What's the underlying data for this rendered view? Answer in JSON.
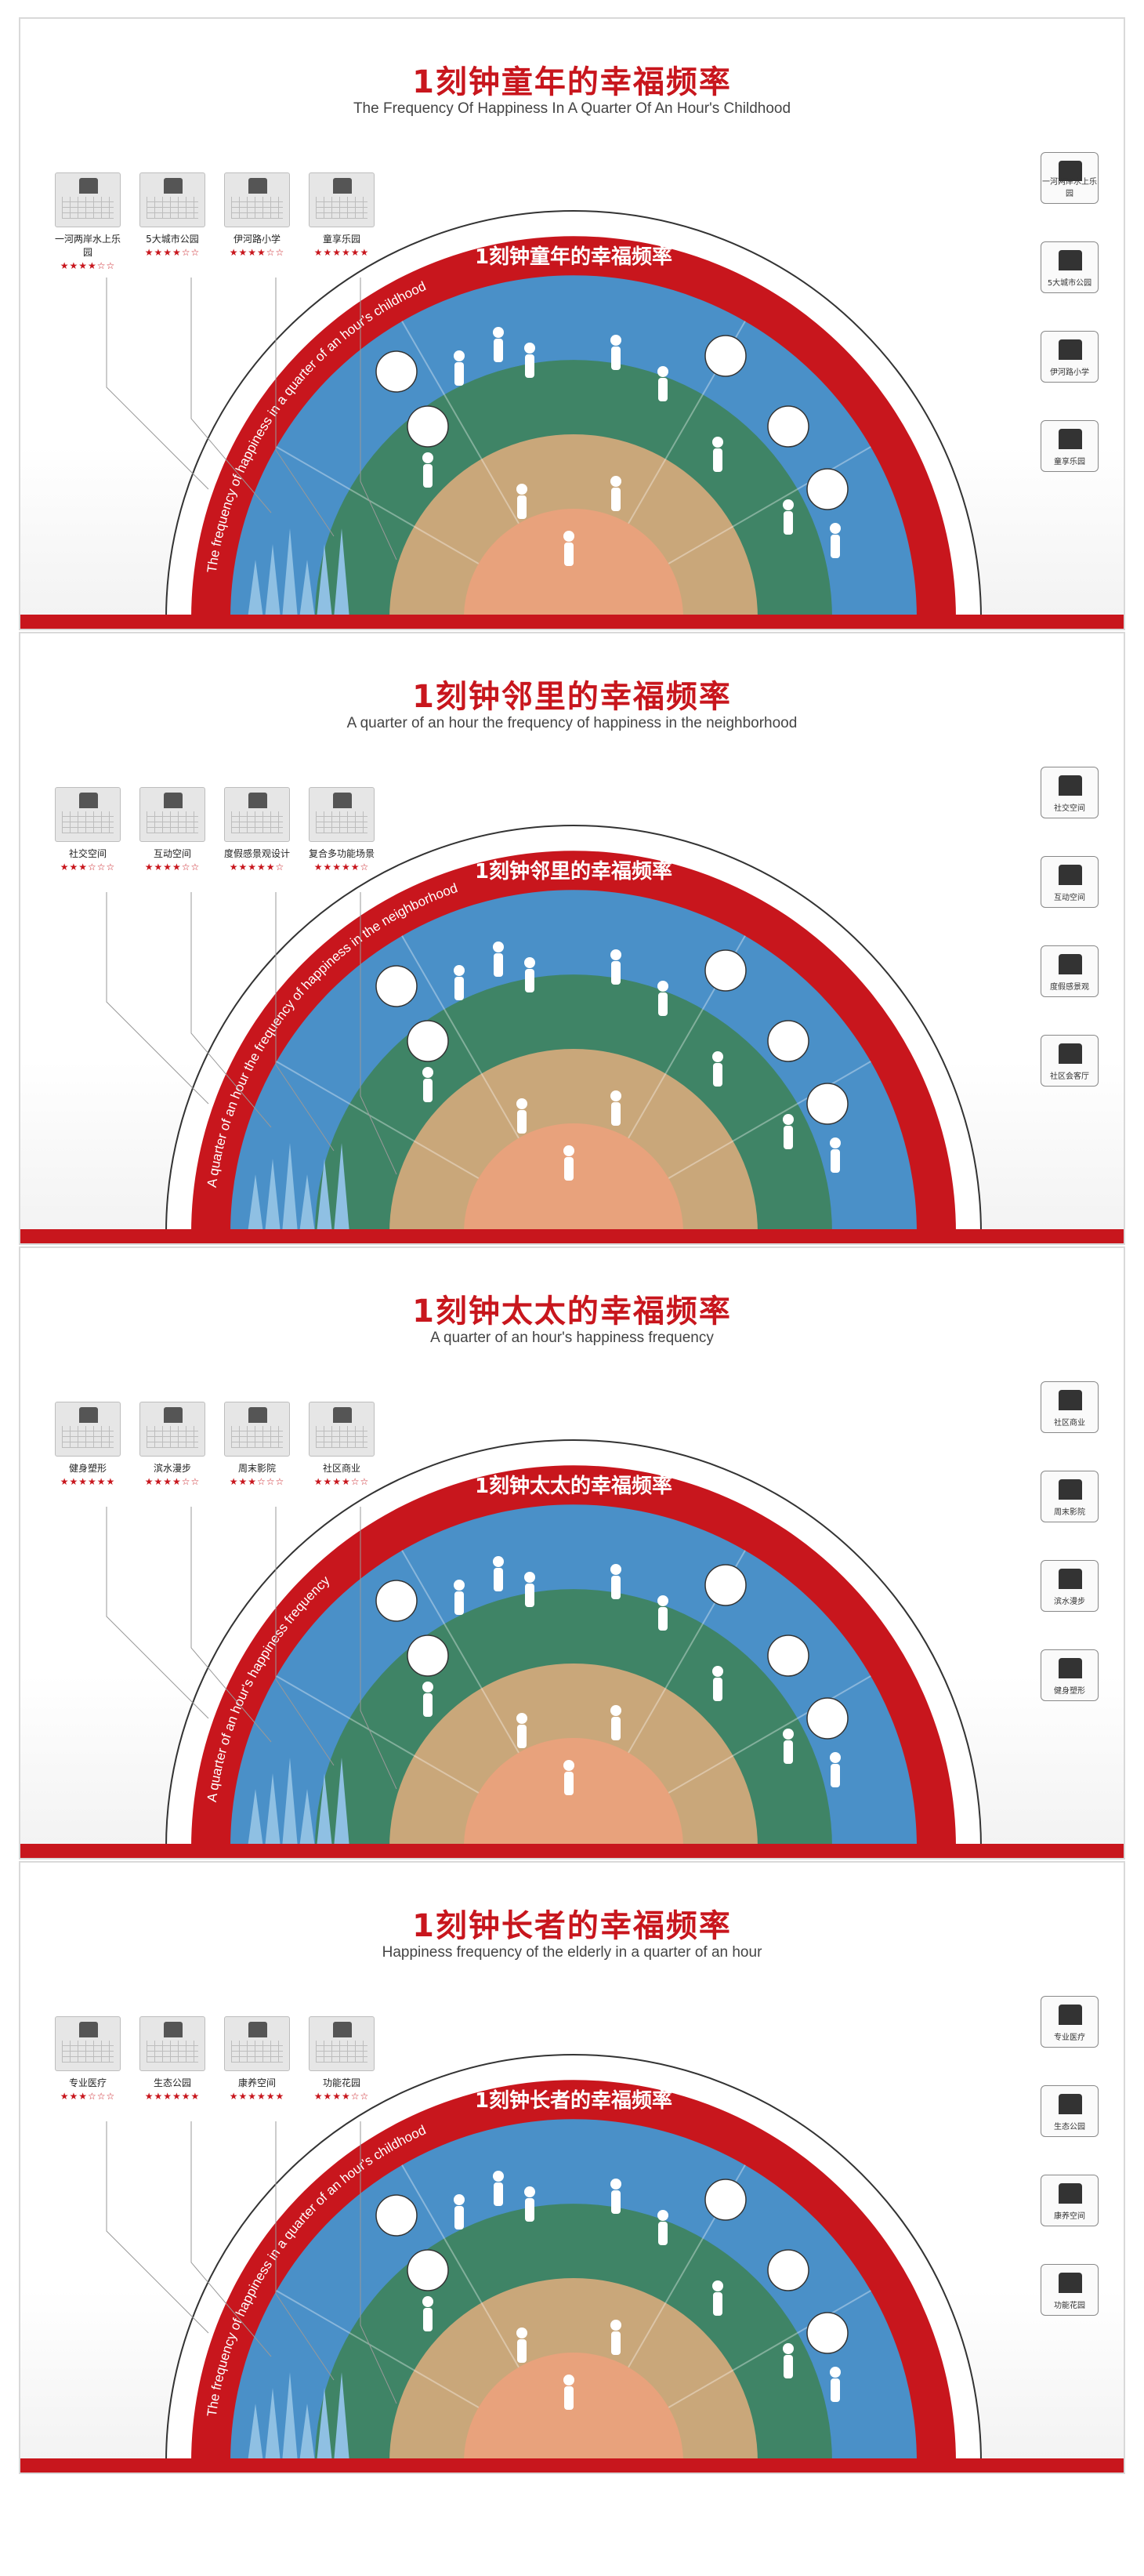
{
  "boards": [
    {
      "title": "1刻钟童年的幸福频率",
      "subtitle": "The Frequency Of Happiness In A Quarter Of An Hour's Childhood",
      "band_title": "1刻钟童年的幸福频率",
      "arc_text": "The frequency of happiness in a quarter of an hour's childhood",
      "cards": [
        {
          "name": "一河两岸水上乐园",
          "stars": "★★★★☆☆",
          "icon": "waterpark-icon"
        },
        {
          "name": "5大城市公园",
          "stars": "★★★★☆☆",
          "icon": "park-icon"
        },
        {
          "name": "伊河路小学",
          "stars": "★★★★☆☆",
          "icon": "school-icon"
        },
        {
          "name": "童享乐园",
          "stars": "★★★★★★",
          "icon": "playground-icon"
        }
      ],
      "side": [
        "一河两岸水上乐园",
        "5大城市公园",
        "伊河路小学",
        "童享乐园"
      ]
    },
    {
      "title": "1刻钟邻里的幸福频率",
      "subtitle": "A quarter of an hour the frequency of happiness in the neighborhood",
      "band_title": "1刻钟邻里的幸福频率",
      "arc_text": "A quarter of an hour the frequency of happiness in the neighborhood",
      "cards": [
        {
          "name": "社交空间",
          "stars": "★★★☆☆☆",
          "icon": "community-icon"
        },
        {
          "name": "互动空间",
          "stars": "★★★★☆☆",
          "icon": "interaction-icon"
        },
        {
          "name": "度假感景观设计",
          "stars": "★★★★★☆",
          "icon": "landscape-icon"
        },
        {
          "name": "复合多功能场景",
          "stars": "★★★★★☆",
          "icon": "multifunction-icon"
        }
      ],
      "side": [
        "社交空间",
        "互动空间",
        "度假感景观",
        "社区会客厅"
      ]
    },
    {
      "title": "1刻钟太太的幸福频率",
      "subtitle": "A quarter of an hour's happiness frequency",
      "band_title": "1刻钟太太的幸福频率",
      "arc_text": "A quarter of an hour's happiness frequency",
      "cards": [
        {
          "name": "健身塑形",
          "stars": "★★★★★★",
          "icon": "fitness-icon"
        },
        {
          "name": "滨水漫步",
          "stars": "★★★★☆☆",
          "icon": "waterfront-icon"
        },
        {
          "name": "周末影院",
          "stars": "★★★☆☆☆",
          "icon": "cinema-icon"
        },
        {
          "name": "社区商业",
          "stars": "★★★★☆☆",
          "icon": "shopping-icon"
        }
      ],
      "side": [
        "社区商业",
        "周末影院",
        "滨水漫步",
        "健身塑形"
      ]
    },
    {
      "title": "1刻钟长者的幸福频率",
      "subtitle": "Happiness frequency of the elderly in a quarter of an hour",
      "band_title": "1刻钟长者的幸福频率",
      "arc_text": "The frequency of happiness in a quarter of an hour's childhood",
      "cards": [
        {
          "name": "专业医疗",
          "stars": "★★★☆☆☆",
          "icon": "hospital-icon"
        },
        {
          "name": "生态公园",
          "stars": "★★★★★★",
          "icon": "eco-park-icon"
        },
        {
          "name": "康养空间",
          "stars": "★★★★★★",
          "icon": "wellness-icon"
        },
        {
          "name": "功能花园",
          "stars": "★★★★☆☆",
          "icon": "garden-icon"
        }
      ],
      "side": [
        "专业医疗",
        "生态公园",
        "康养空间",
        "功能花园"
      ]
    }
  ],
  "colors": {
    "red": "#c8161d",
    "sky": "#4a90c8",
    "sky_light": "#8fc0e3",
    "green": "#3f8466",
    "tan": "#c9a77a",
    "orange": "#e8a27c",
    "white": "#ffffff"
  }
}
